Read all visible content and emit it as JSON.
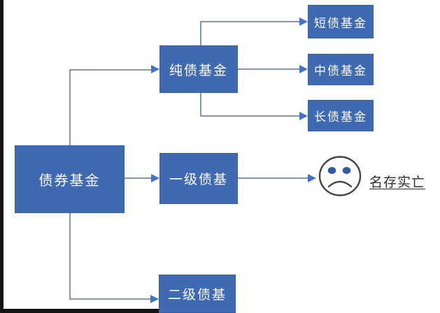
{
  "flowchart": {
    "root": {
      "label": "债券基金"
    },
    "branches": [
      {
        "label": "纯债基金",
        "children": [
          {
            "label": "短债基金"
          },
          {
            "label": "中债基金"
          },
          {
            "label": "长债基金"
          }
        ]
      },
      {
        "label": "一级债基",
        "annotation": {
          "icon": "sad-face-icon",
          "label": "名存实亡"
        }
      },
      {
        "label": "二级债基"
      }
    ],
    "colors": {
      "box_fill": "#3f6ab2",
      "box_border": "#375da6",
      "box_text": "#ffffff",
      "connector_line": "#8698aa",
      "arrowhead": "#4472c4",
      "annotation_text": "#2b2b2b",
      "face_outline": "#454545",
      "face_eyes": "#2d5aa7",
      "edge_strip": "#161616"
    }
  }
}
